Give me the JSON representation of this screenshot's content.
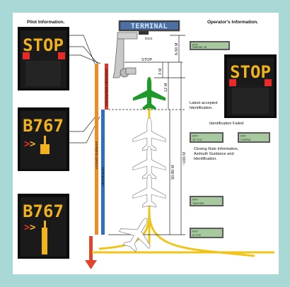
{
  "headers": {
    "pilot": "Pilot Information.",
    "operator": "Operator's Information."
  },
  "terminal": {
    "label": "TERMINAL",
    "dgs": "DGS"
  },
  "pilot_displays": [
    {
      "text": "STOP",
      "color": "#f2b21c",
      "indicator_color": "#e82a2a"
    },
    {
      "text": "B767",
      "color": "#f2b21c",
      "arrow": ">"
    },
    {
      "text": "B767",
      "color": "#f2b21c",
      "arrow": ">"
    }
  ],
  "operator_display": {
    "text": "STOP",
    "color": "#f2b21c",
    "indicator_color": "#e82a2a"
  },
  "bars": {
    "orange": "Azimuth Guidance",
    "blue": "Identification",
    "red": "Closing Rate Information"
  },
  "labels": {
    "stop": "STOP",
    "latest": "Latest accepted\nIdentification.",
    "id_failed": "Identification Failed",
    "closing": "Closing Rate Information,\nAzimuth Guidance and\nIdentification."
  },
  "dimensions": {
    "d1": "6-50 M",
    "d2": "3 M",
    "d3": "12 M",
    "d4": "50-80 M",
    "d5": "~100 M"
  },
  "lcd_panels": [
    {
      "line1": "B767",
      "line2": "PARKING OK"
    },
    {
      "line1": "B767",
      "line2": "ID FAIL"
    },
    {
      "line1": "B767",
      "line2": "STOPPED"
    },
    {
      "line1": "B767",
      "line2": "TRACKING"
    },
    {
      "line1": "B767",
      "line2": "ACTIVE"
    },
    {
      "line1": "B767",
      "line2": "ACTIVE"
    }
  ],
  "colors": {
    "background": "#a9d9d6",
    "panel": "#ffffff",
    "led_amber": "#f2b21c",
    "led_red": "#e82a2a",
    "aircraft_active": "#1f9a2a",
    "lead_in_line": "#f0c419",
    "bar_orange": "#f08a24",
    "bar_blue": "#2f6fc2",
    "bar_red": "#d9352b",
    "arrow_red": "#e0452b"
  }
}
